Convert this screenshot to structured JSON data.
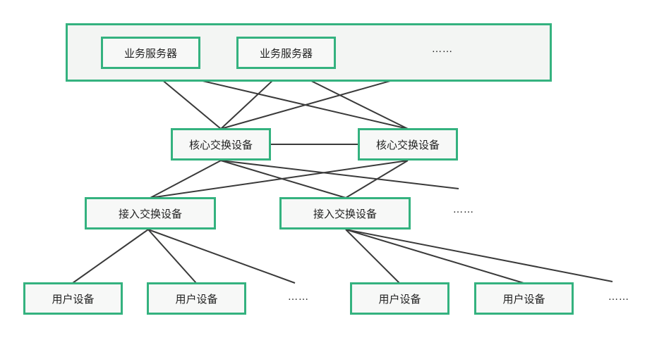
{
  "diagram": {
    "service_layer": {
      "servers": [
        "业务服务器",
        "业务服务器"
      ],
      "ellipsis": "……"
    },
    "core_layer": {
      "switches": [
        "核心交换设备",
        "核心交换设备"
      ]
    },
    "access_layer": {
      "switches": [
        "接入交换设备",
        "接入交换设备"
      ],
      "ellipsis": "……"
    },
    "user_layer": {
      "devices": [
        "用户设备",
        "用户设备",
        "用户设备",
        "用户设备"
      ],
      "ellipsis_left": "……",
      "ellipsis_right": "……"
    },
    "colors": {
      "node_border": "#34b27f",
      "node_fill": "#f7f8f7",
      "connector": "#3a3a3a"
    }
  }
}
